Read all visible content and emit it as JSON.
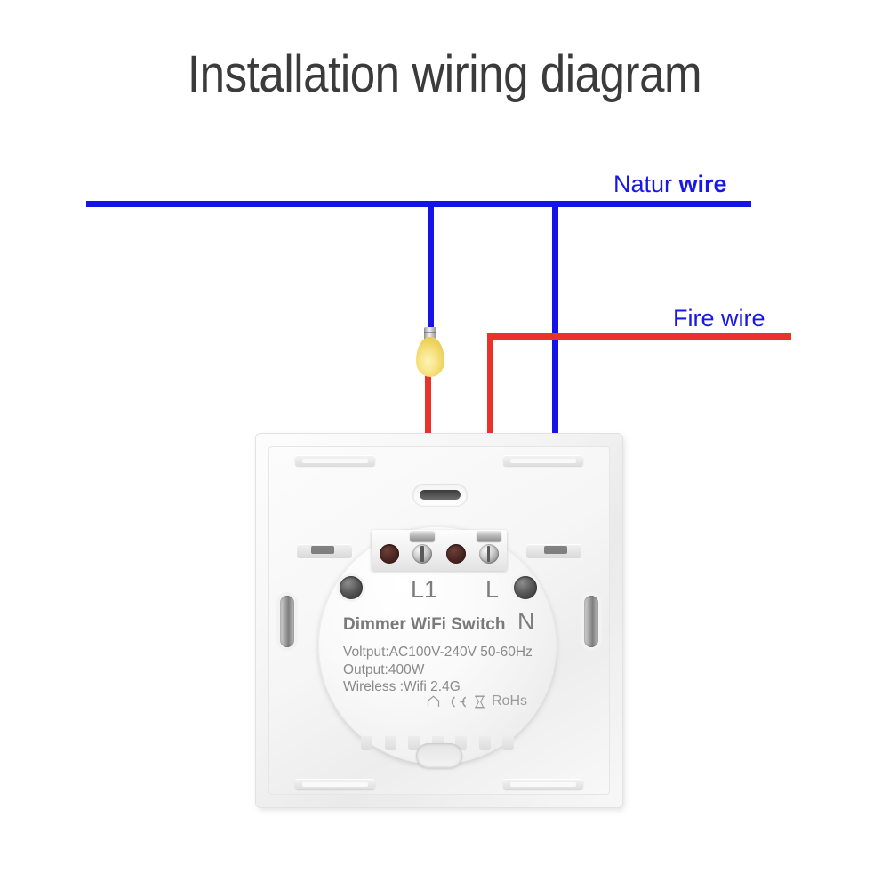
{
  "title": "Installation wiring diagram",
  "colors": {
    "natur_wire": "#1414e6",
    "fire_wire": "#e8322a",
    "label_text": "#1717e8",
    "title_text": "#3b3b3b",
    "bulb_glass": "#f8e68e",
    "background": "#ffffff"
  },
  "wires": {
    "natur": {
      "label_prefix": "Natur ",
      "label_suffix": "wire",
      "color": "#1414e6",
      "description": "Neutral wire bus running horizontally across the top, branching down to the lamp base and to the N terminal of the switch"
    },
    "fire": {
      "label": "Fire wire",
      "color": "#e8322a",
      "description": "Live wire bus running horizontally, branching down to the L terminal; a second red run goes from the lamp down to the L1 terminal"
    }
  },
  "bulb": {
    "name": "light-bulb",
    "glass_color": "#f8e68e",
    "base_color": "#c9c9c9"
  },
  "switch": {
    "product_name": "Dimmer WiFi Switch",
    "specs": [
      "Voltput:AC100V-240V  50-60Hz",
      "Output:400W",
      "Wireless :Wifi 2.4G"
    ],
    "certifications": [
      "house-icon",
      "ce-mark-icon",
      "weee-bin-icon",
      "RoHs"
    ],
    "rohs_text": "RoHs",
    "terminals": [
      {
        "label": "L1",
        "type": "screw-terminal"
      },
      {
        "label": "L",
        "type": "screw-terminal"
      },
      {
        "label": "N",
        "type": "screw-terminal"
      }
    ],
    "terminal_block_slots": [
      "hole",
      "screw",
      "hole",
      "screw"
    ]
  }
}
